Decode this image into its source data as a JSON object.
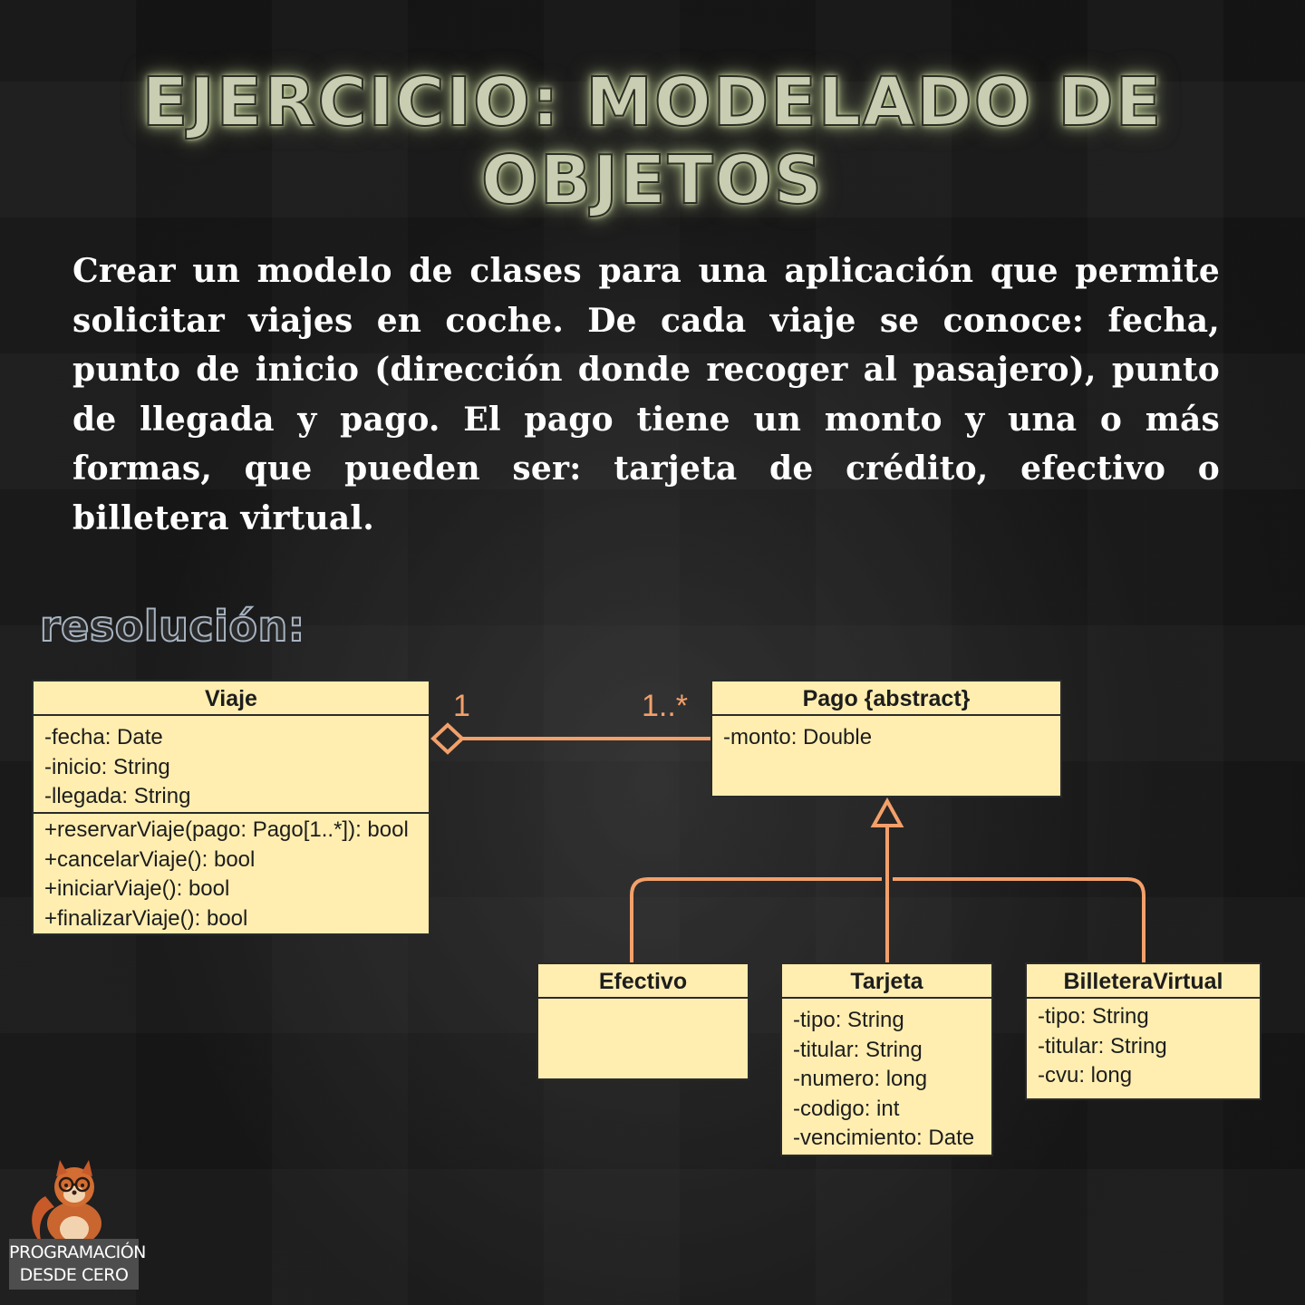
{
  "title": "EJERCICIO: MODELADO DE OBJETOS",
  "statement": "Crear un modelo de clases para una aplicación que permite solicitar viajes en coche. De cada viaje se conoce: fecha, punto de inicio (dirección donde recoger al pasajero), punto de llegada y pago. El pago tiene un monto y una o más formas, que pueden ser: tarjeta de crédito, efectivo o billetera virtual.",
  "resolution_label": "resolución:",
  "diagram": {
    "classes": {
      "viaje": {
        "name": "Viaje",
        "attributes": [
          "-fecha: Date",
          "-inicio: String",
          "-llegada: String"
        ],
        "methods": [
          "+reservarViaje(pago: Pago[1..*]): bool",
          "+cancelarViaje(): bool",
          "+iniciarViaje(): bool",
          "+finalizarViaje(): bool"
        ]
      },
      "pago": {
        "name": "Pago {abstract}",
        "attributes": [
          "-monto: Double"
        ]
      },
      "efectivo": {
        "name": "Efectivo",
        "attributes": []
      },
      "tarjeta": {
        "name": "Tarjeta",
        "attributes": [
          "-tipo: String",
          "-titular: String",
          "-numero: long",
          "-codigo: int",
          "-vencimiento: Date"
        ]
      },
      "billetera": {
        "name": "BilleteraVirtual",
        "attributes": [
          "-tipo: String",
          "-titular: String",
          "-cvu: long"
        ]
      }
    },
    "association": {
      "viaje_multiplicity": "1",
      "pago_multiplicity": "1..*"
    },
    "colors": {
      "class_fill": "#ffeeb0",
      "connector": "#f3a06a"
    }
  },
  "logo": {
    "icon": "squirrel-with-glasses",
    "label_line1": "PROGRAMACIÓN",
    "label_line2": "DESDE CERO"
  }
}
